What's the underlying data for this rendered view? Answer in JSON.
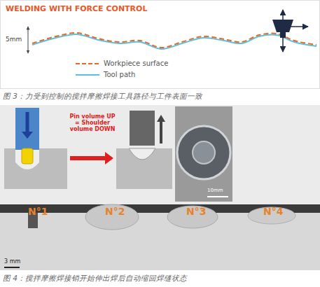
{
  "diagram": {
    "labels": [
      "WELDING WITH FORCE CONTROL",
      "5mm",
      "图 3：力受到控制的搅拌摩擦焊接工具路径与工件表面一致",
      "Pin volume UP = Shoulder volume DOWN",
      "10mm",
      "N°1",
      "N°2",
      "N°3",
      "N°4",
      "3 mm",
      "图 4：搅拌摩擦焊接销开始伸出焊后自动缩回焊缝状态"
    ],
    "legend": [
      {
        "text": "Workpiece surface"
      },
      {
        "text": "Tool path"
      }
    ]
  }
}
